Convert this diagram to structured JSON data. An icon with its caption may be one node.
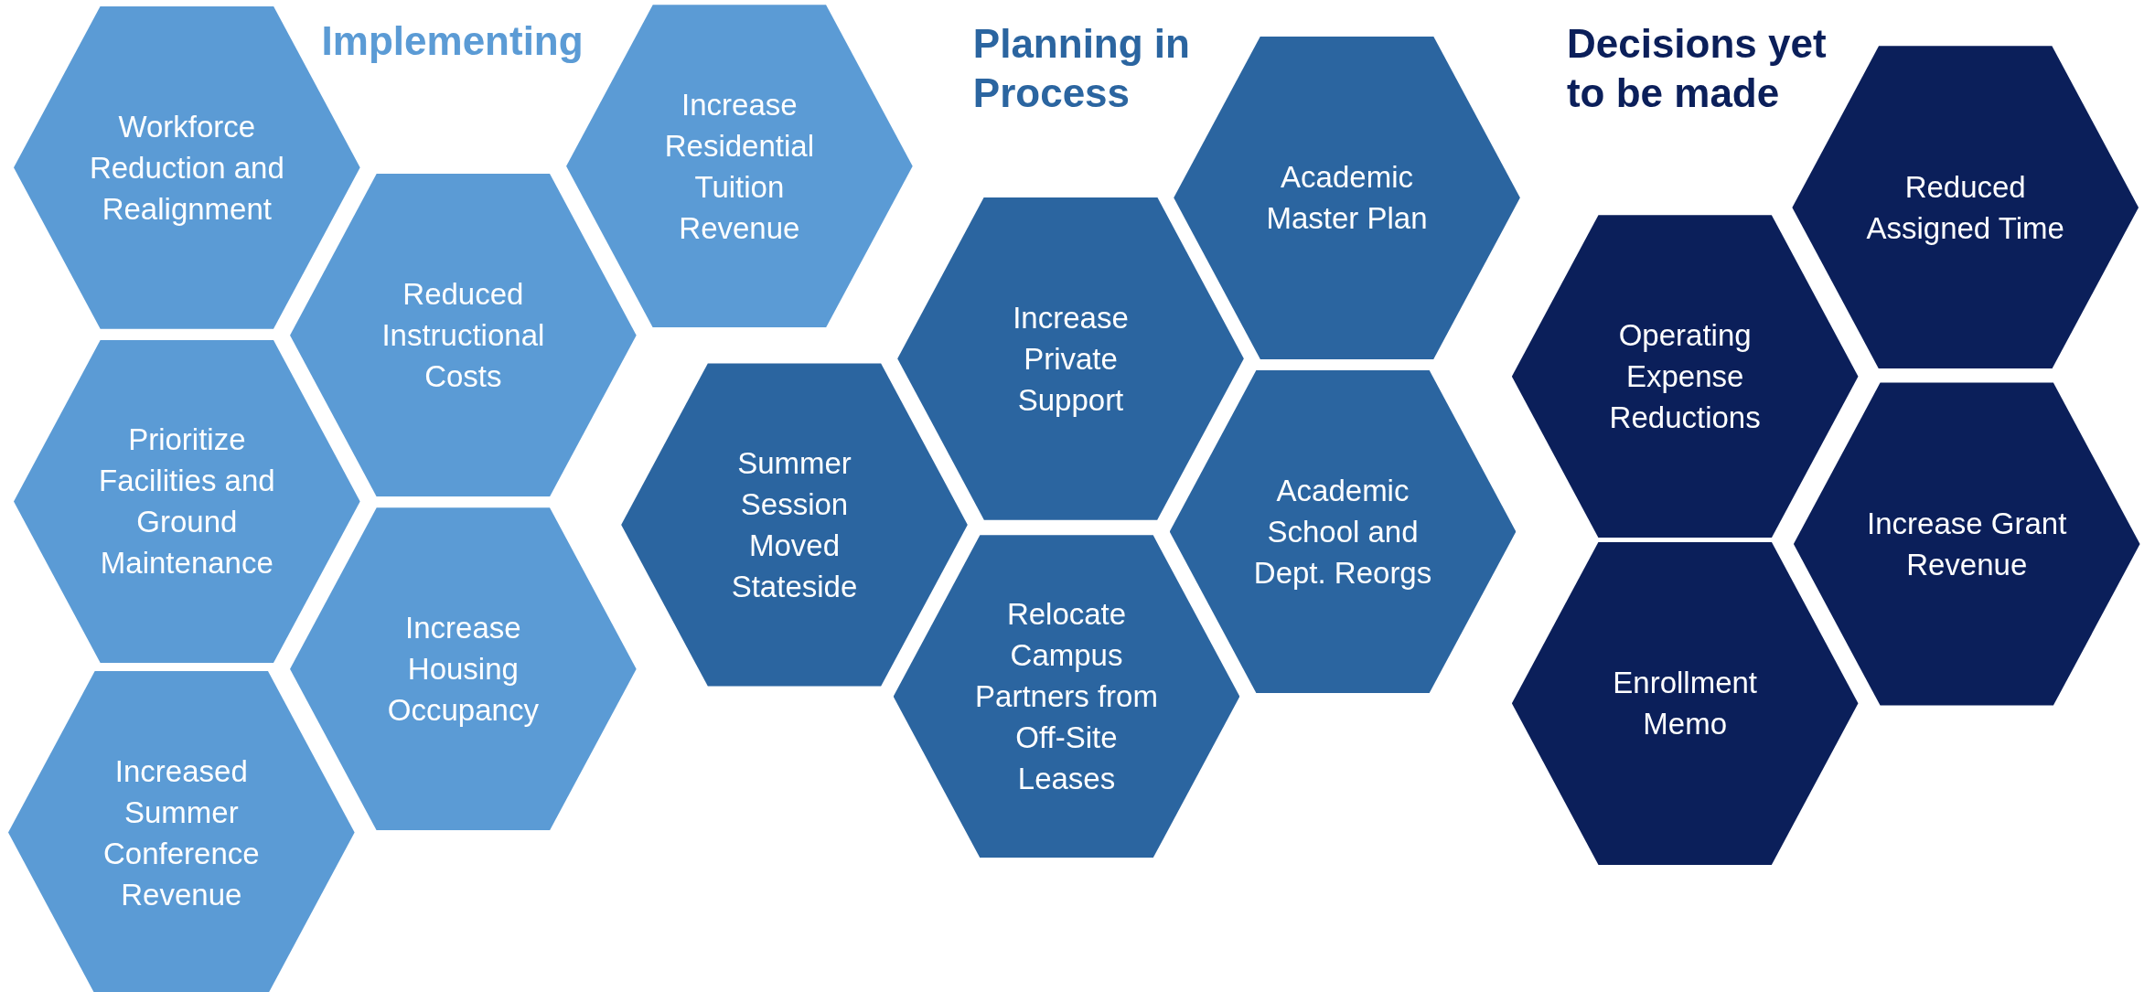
{
  "diagram": {
    "nodes": [
      {
        "text": [
          "Workforce Reduction and Realignment"
        ]
      },
      {
        "text": [
          "Reduced Instructional Costs"
        ]
      },
      {
        "text": [
          "Increase Residential Tuition Revenue"
        ]
      },
      {
        "text": [
          "Prioritize Facilities and Ground Maintenance"
        ]
      },
      {
        "text": [
          "Increase Housing Occupancy"
        ]
      },
      {
        "text": [
          "Increased Summer Conference Revenue"
        ]
      },
      {
        "text": [
          "Academic Master Plan"
        ]
      },
      {
        "text": [
          "Increase Private Support"
        ]
      },
      {
        "text": [
          "Summer Session Moved Stateside"
        ]
      },
      {
        "text": [
          "Academic School and Dept. Reorgs"
        ]
      },
      {
        "text": [
          "Relocate Campus Partners from Off-Site Leases"
        ]
      },
      {
        "text": [
          "Reduced Assigned Time"
        ]
      },
      {
        "text": [
          "Operating Expense Reductions"
        ]
      },
      {
        "text": [
          "Increase Grant Revenue"
        ]
      },
      {
        "text": [
          "Enrollment Memo"
        ]
      }
    ],
    "labels": [
      "Implementing",
      "Planning in Process",
      "Decisions yet to be made"
    ]
  }
}
